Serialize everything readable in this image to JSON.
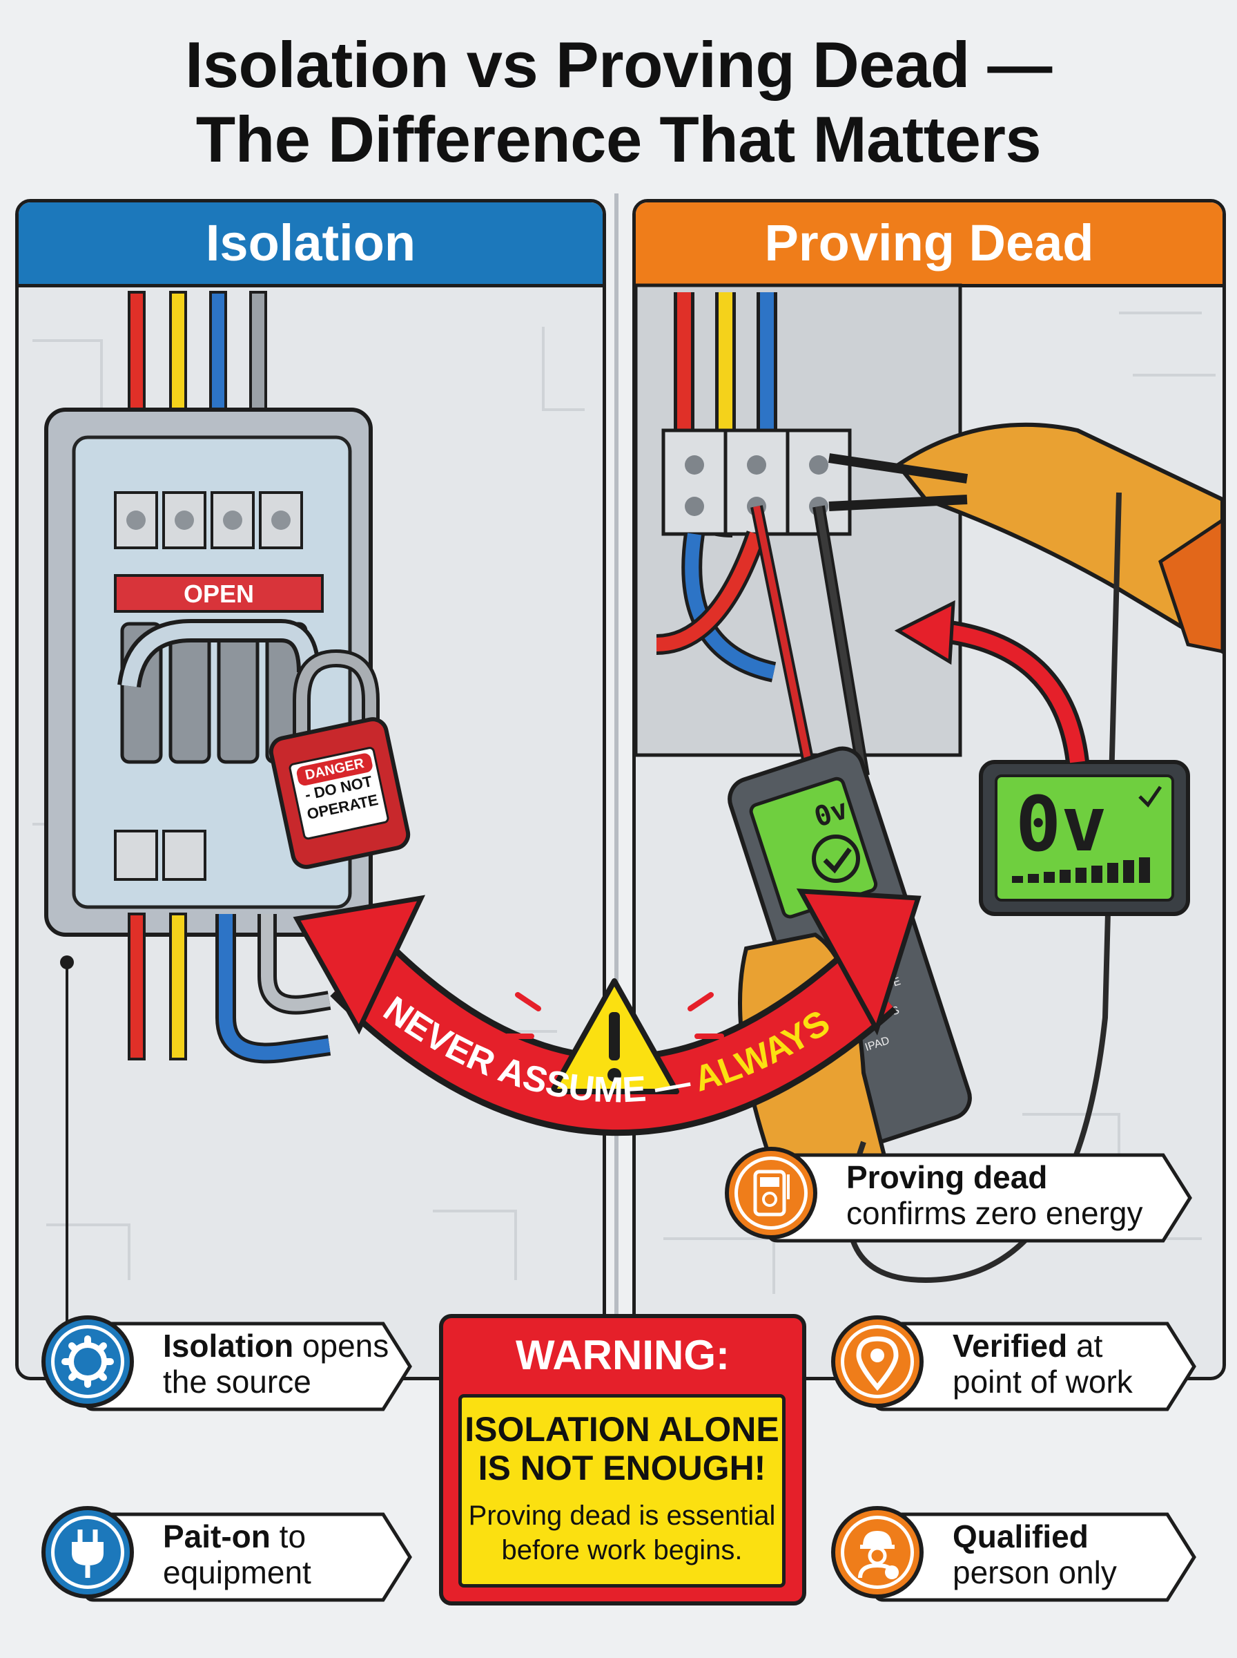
{
  "title": {
    "line1": "Isolation vs Proving Dead —",
    "line2": "The Difference That Matters"
  },
  "left_panel": {
    "header": "Isolation",
    "switch_label": "OPEN",
    "lock_tag": {
      "danger": "DANGER",
      "line1": "- DO NOT",
      "line2": "OPERATE"
    }
  },
  "right_panel": {
    "header": "Proving Dead",
    "tester_display": "0v",
    "tester_labels": [
      "VOLTAGE",
      "STOLLS",
      "IPAD"
    ],
    "zoom_display": "0v"
  },
  "arrow_banner": {
    "part1": "NEVER ASSUME —",
    "part2": "ALWAYS TEST"
  },
  "callouts": {
    "isolation_opens": {
      "bold": "Isolation",
      "rest1": " opens",
      "line2": "the source",
      "icon": "gear-icon"
    },
    "pait_on": {
      "bold": "Pait-on",
      "rest1": " to",
      "line2": "equipment",
      "icon": "plug-icon"
    },
    "proving_dead": {
      "bold": "Proving dead",
      "line2": "confirms zero energy",
      "icon": "multimeter-icon"
    },
    "verified": {
      "bold": "Verified",
      "rest1": " at",
      "line2": "point of work",
      "icon": "location-pin-icon"
    },
    "qualified": {
      "bold": "Qualified",
      "line2": "person only",
      "icon": "worker-icon"
    }
  },
  "warning": {
    "title": "WARNING:",
    "head1": "ISOLATION ALONE",
    "head2": "IS NOT ENOUGH!",
    "sub1": "Proving dead is essential",
    "sub2": "before work begins."
  },
  "colors": {
    "isolation_blue": "#1c78bb",
    "proving_orange": "#ef7d1a",
    "warning_red": "#e5202a",
    "warning_yellow": "#fbe011",
    "tester_green": "#6fcf3f"
  }
}
